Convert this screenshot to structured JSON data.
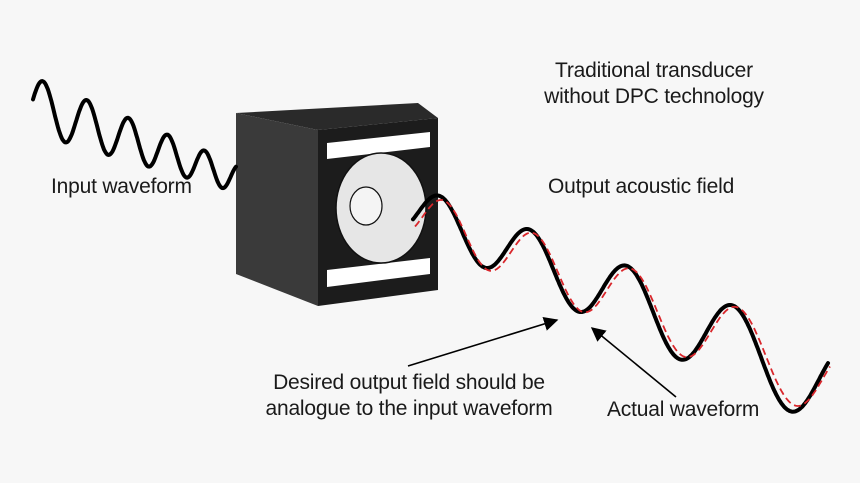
{
  "title": {
    "line1": "Traditional transducer",
    "line2": "without DPC technology"
  },
  "labels": {
    "input": "Input waveform",
    "output": "Output acoustic field",
    "desired_line1": "Desired output field should be",
    "desired_line2": "analogue to the input waveform",
    "actual": "Actual waveform"
  },
  "colors": {
    "background": "#f7f7f7",
    "wave": "#000000",
    "desired_wave": "#d9262b",
    "speaker_front": "#1c1c1c",
    "speaker_side": "#3a3a3a",
    "speaker_top": "#2a2a2a",
    "cone": "#e6e6e6"
  }
}
